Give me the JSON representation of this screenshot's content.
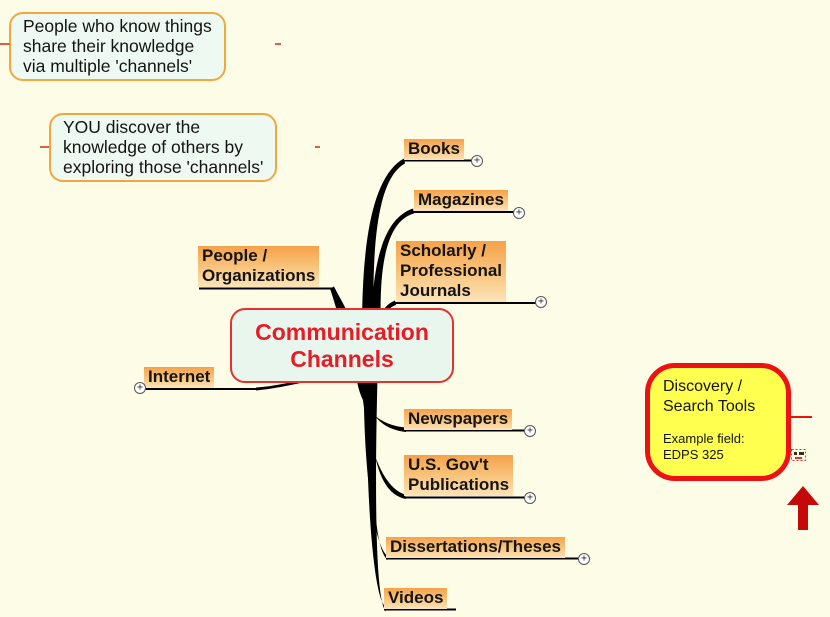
{
  "colors": {
    "background": "#fdfce6",
    "branch": "#000000",
    "node-gradient-top": "#f4a24a",
    "node-gradient-mid": "#f9c680",
    "node-gradient-bottom": "#fce4ba",
    "node-text": "#141414",
    "root-bg": "#e9f6ee",
    "root-border": "#e5312f",
    "root-text": "#e81c24",
    "note-bg": "#edf9f1",
    "note-border": "#f2a73d",
    "note-text": "#141414",
    "callout-bg": "#ffff4f",
    "callout-border": "#ee1111",
    "arrow": "#c50909",
    "stub": "#e0603c"
  },
  "root": {
    "label": "Communication\nChannels"
  },
  "notes": [
    {
      "text": "People who know things\nshare their knowledge\nvia multiple 'channels'"
    },
    {
      "text": "YOU discover the\nknowledge of others by\nexploring those 'channels'"
    }
  ],
  "branches": {
    "books": "Books",
    "magazines": "Magazines",
    "scholarly_journals": "Scholarly /\nProfessional\nJournals",
    "people_organizations": "People /\nOrganizations",
    "internet": "Internet",
    "newspapers": "Newspapers",
    "us_govt_publications": "U.S. Gov't\nPublications",
    "dissertations_theses": "Dissertations/Theses",
    "videos": "Videos"
  },
  "callout": {
    "title": "Discovery /\nSearch Tools",
    "detail": "Example field:\nEDPS 325"
  },
  "icons": {
    "fold_glyph": "+"
  }
}
